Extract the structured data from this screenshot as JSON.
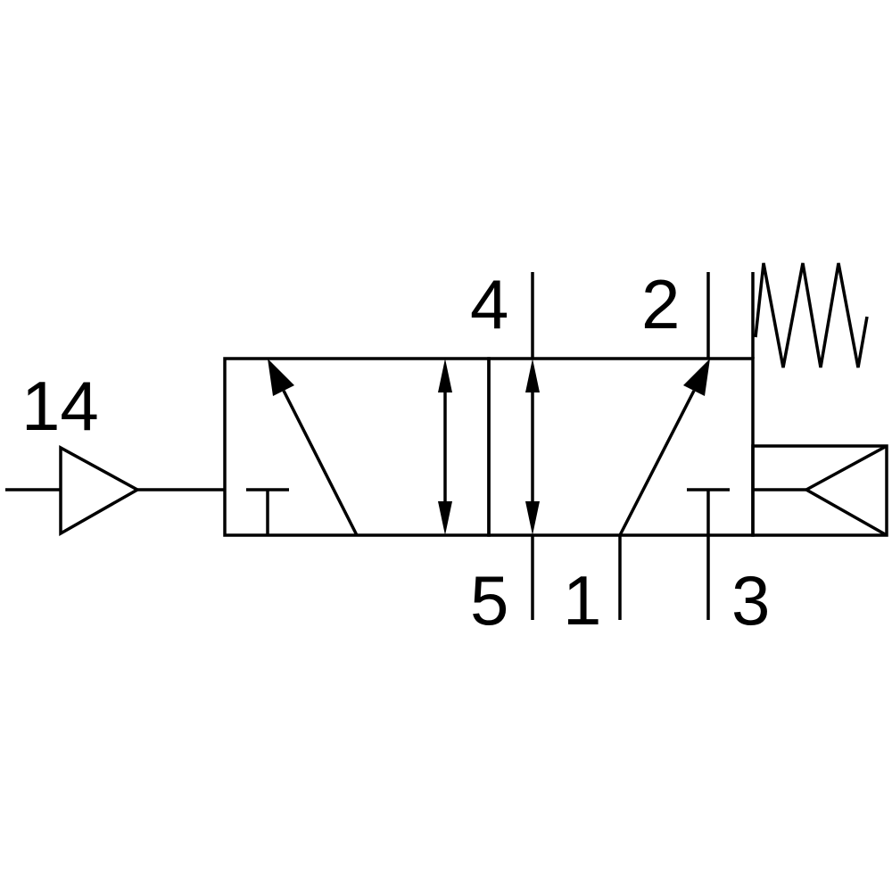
{
  "diagram": {
    "ports": {
      "pilot": "14",
      "port_4": "4",
      "port_2": "2",
      "port_5": "5",
      "port_1": "1",
      "port_3": "3"
    },
    "actuation": {
      "left": "pneumatic-pilot",
      "right": "spring-return-with-pilot"
    },
    "colors": {
      "line": "#000000",
      "background": "#ffffff"
    }
  }
}
